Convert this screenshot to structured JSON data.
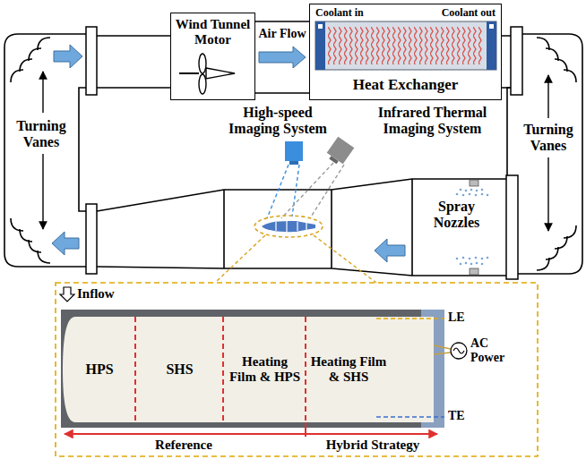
{
  "diagram": {
    "nodes": [
      {
        "text": [
          "Wind Tunnel Motor"
        ]
      },
      {
        "text": [
          "Heat Exchanger",
          "Coolant in",
          "Coolant out"
        ]
      },
      {
        "text": [
          "HPS"
        ]
      },
      {
        "text": [
          "SHS"
        ]
      },
      {
        "text": [
          "Heating Film & HPS"
        ]
      },
      {
        "text": [
          "Heating Film & SHS"
        ]
      }
    ],
    "edges": [
      {
        "from": 0,
        "to": 1,
        "arrow": "to",
        "label": "Air Flow"
      }
    ],
    "labels": [
      "Turning Vanes",
      "Turning Vanes",
      "High-speed Imaging System",
      "Infrared Thermal Imaging System",
      "Spray Nozzles",
      "Inflow",
      "LE",
      "AC Power",
      "TE",
      "Reference",
      "Hybrid Strategy"
    ]
  }
}
